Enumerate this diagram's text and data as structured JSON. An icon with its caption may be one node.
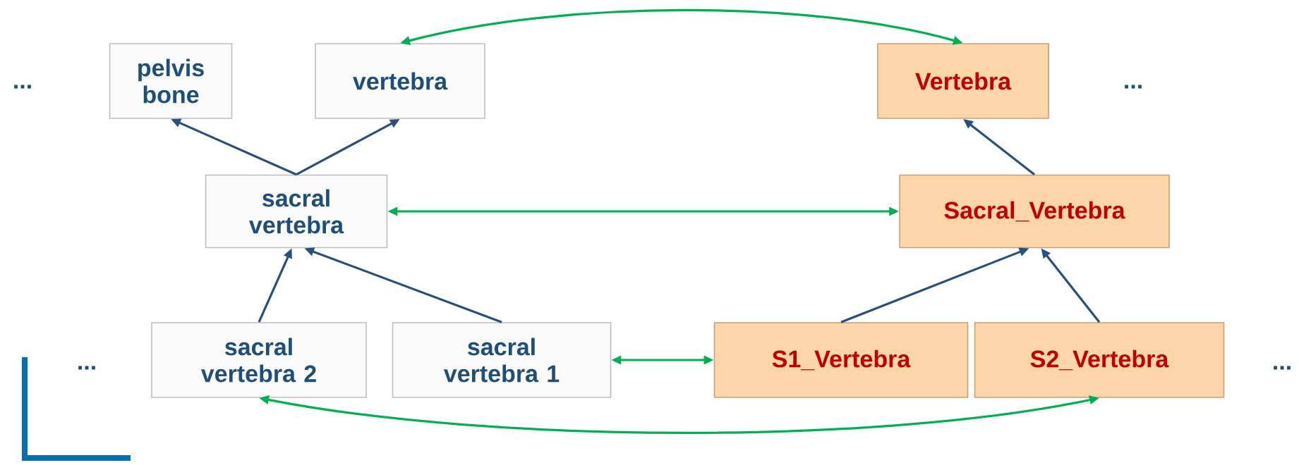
{
  "diagram": {
    "nodes": [
      {
        "text": [
          "pelvis bone"
        ]
      },
      {
        "text": [
          "vertebra"
        ]
      },
      {
        "text": [
          "Vertebra"
        ]
      },
      {
        "text": [
          "sacral vertebra"
        ]
      },
      {
        "text": [
          "Sacral_Vertebra"
        ]
      },
      {
        "text": [
          "sacral vertebra 2"
        ]
      },
      {
        "text": [
          "sacral vertebra 1"
        ]
      },
      {
        "text": [
          "S1_Vertebra"
        ]
      },
      {
        "text": [
          "S2_Vertebra"
        ]
      }
    ],
    "edges": [
      {
        "from": 3,
        "to": 0,
        "arrow": "to"
      },
      {
        "from": 3,
        "to": 1,
        "arrow": "to"
      },
      {
        "from": 5,
        "to": 3,
        "arrow": "to"
      },
      {
        "from": 6,
        "to": 3,
        "arrow": "to"
      },
      {
        "from": 4,
        "to": 2,
        "arrow": "to"
      },
      {
        "from": 7,
        "to": 4,
        "arrow": "to"
      },
      {
        "from": 8,
        "to": 4,
        "arrow": "to"
      },
      {
        "from": 1,
        "to": 2,
        "arrow": "both",
        "color": "#00b050"
      },
      {
        "from": 3,
        "to": 4,
        "arrow": "both",
        "color": "#00b050"
      },
      {
        "from": 6,
        "to": 7,
        "arrow": "both",
        "color": "#00b050"
      },
      {
        "from": 5,
        "to": 8,
        "arrow": "both",
        "color": "#00b050"
      }
    ],
    "labels": [
      "...",
      "...",
      "...",
      "..."
    ]
  }
}
